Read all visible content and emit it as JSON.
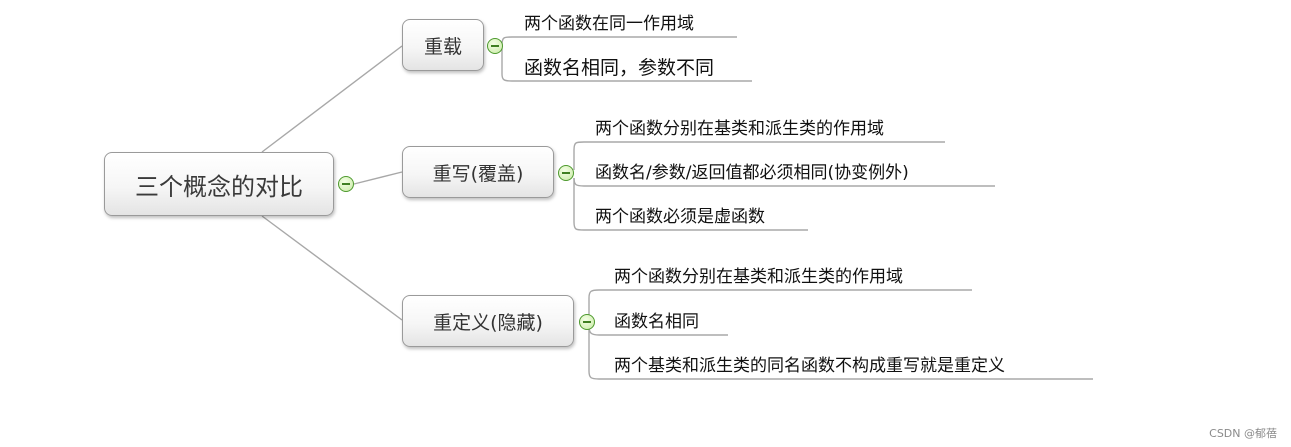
{
  "root": {
    "label": "三个概念的对比"
  },
  "branches": [
    {
      "label": "重载",
      "leaves": [
        "两个函数在同一作用域",
        "函数名相同，参数不同"
      ]
    },
    {
      "label": "重写(覆盖)",
      "leaves": [
        "两个函数分别在基类和派生类的作用域",
        "函数名/参数/返回值都必须相同(协变例外)",
        "两个函数必须是虚函数"
      ]
    },
    {
      "label": "重定义(隐藏)",
      "leaves": [
        "两个函数分别在基类和派生类的作用域",
        "函数名相同",
        "两个基类和派生类的同名函数不构成重写就是重定义"
      ]
    }
  ],
  "watermark": "CSDN @郁蓓"
}
